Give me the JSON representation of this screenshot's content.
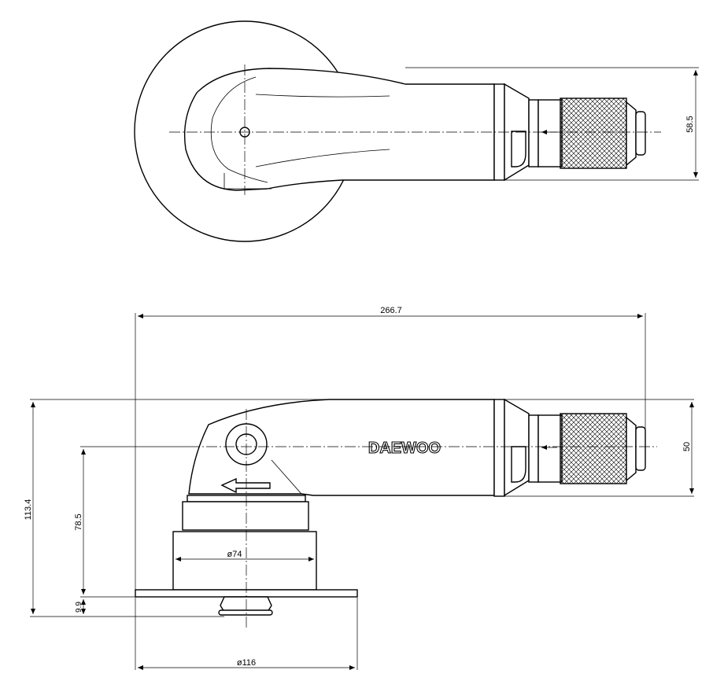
{
  "brand": "DAEWOO",
  "dimensions": {
    "top_height": "58.5",
    "overall_length": "266.7",
    "side_height": "50",
    "overall_height": "113.4",
    "spindle_height": "78.5",
    "pad_thickness": "9.9",
    "body_diameter": "ø74",
    "pad_diameter": "ø116"
  }
}
